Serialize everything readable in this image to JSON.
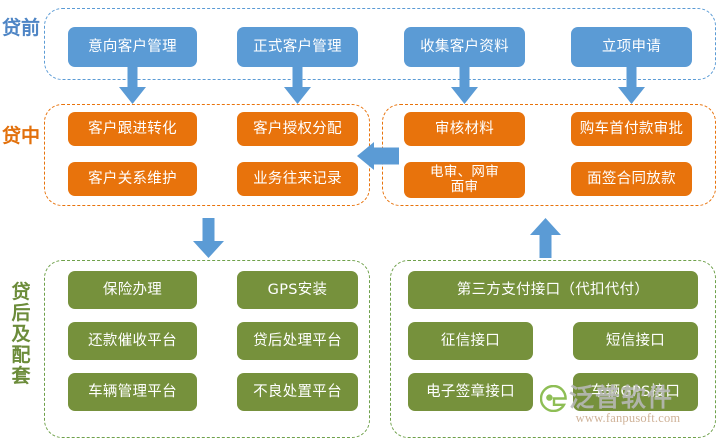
{
  "colors": {
    "blue": "#5B9BD5",
    "orange": "#E8730C",
    "green": "#76913C",
    "blue_label": "#4E85C5",
    "orange_label": "#E2700B",
    "green_label": "#6C8C3A",
    "blue_border": "#5B9BD5",
    "orange_border": "#E8730C",
    "green_border": "#6FA14B"
  },
  "stages": {
    "pre_loan": {
      "label": "贷前"
    },
    "in_loan": {
      "label": "贷中"
    },
    "post_loan": {
      "label": "贷后及配套"
    }
  },
  "pre_loan_nodes": [
    {
      "label": "意向客户管理"
    },
    {
      "label": "正式客户管理"
    },
    {
      "label": "收集客户资料"
    },
    {
      "label": "立项申请"
    }
  ],
  "in_loan_left_nodes": [
    {
      "label": "客户跟进转化"
    },
    {
      "label": "客户授权分配"
    },
    {
      "label": "客户关系维护"
    },
    {
      "label": "业务往来记录"
    }
  ],
  "in_loan_right_nodes": [
    {
      "label": "审核材料"
    },
    {
      "label": "购车首付款审批"
    },
    {
      "label": "电审、网审\n面审"
    },
    {
      "label": "面签合同放款"
    }
  ],
  "post_loan_left_nodes": [
    {
      "label": "保险办理"
    },
    {
      "label": "GPS安装"
    },
    {
      "label": "还款催收平台"
    },
    {
      "label": "贷后处理平台"
    },
    {
      "label": "车辆管理平台"
    },
    {
      "label": "不良处置平台"
    }
  ],
  "post_loan_right_nodes": [
    {
      "label": "第三方支付接口（代扣代付）"
    },
    {
      "label": "征信接口"
    },
    {
      "label": "短信接口"
    },
    {
      "label": "电子签章接口"
    },
    {
      "label": "车辆GPS接口"
    }
  ],
  "arrows": [
    {
      "name": "arrow-down-1",
      "direction": "down"
    },
    {
      "name": "arrow-down-2",
      "direction": "down"
    },
    {
      "name": "arrow-down-3",
      "direction": "down"
    },
    {
      "name": "arrow-down-4",
      "direction": "down"
    },
    {
      "name": "arrow-left-mid",
      "direction": "left"
    },
    {
      "name": "arrow-down-mid-left",
      "direction": "down"
    },
    {
      "name": "arrow-up-mid-right",
      "direction": "up"
    }
  ],
  "watermark": {
    "brand": "泛普软件",
    "url": "www.fanpusoft.com"
  }
}
